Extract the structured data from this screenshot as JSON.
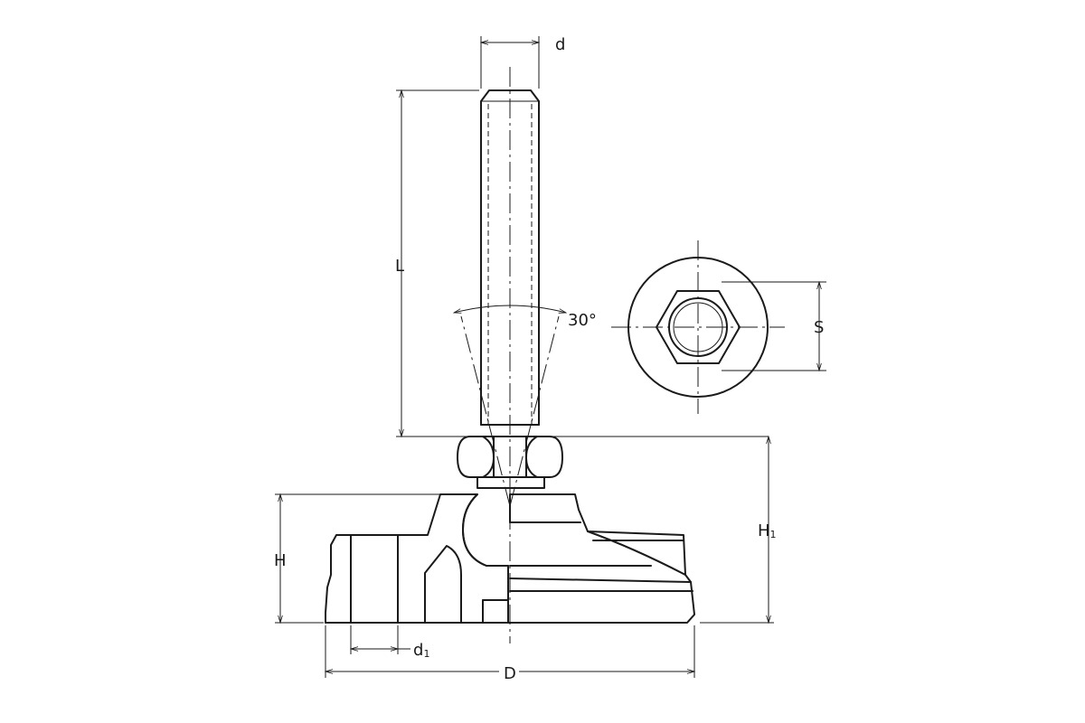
{
  "labels": {
    "d": "d",
    "L": "L",
    "angle": "30°",
    "S": "S",
    "H": "H",
    "H1_main": "H",
    "H1_sub": "1",
    "d1_main": "d",
    "d1_sub": "1",
    "D": "D"
  }
}
